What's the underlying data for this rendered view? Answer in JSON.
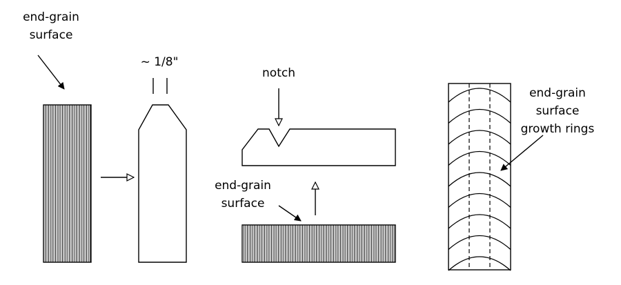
{
  "labels": {
    "end_grain_top_line1": "end-grain",
    "end_grain_top_line2": "surface",
    "thickness": "~ 1/8\"",
    "notch": "notch",
    "end_grain_mid_line1": "end-grain",
    "end_grain_mid_line2": "surface",
    "rings_line1": "end-grain",
    "rings_line2": "surface",
    "rings_line3": "growth rings"
  },
  "colors": {
    "ink": "#000000",
    "background": "#ffffff"
  }
}
